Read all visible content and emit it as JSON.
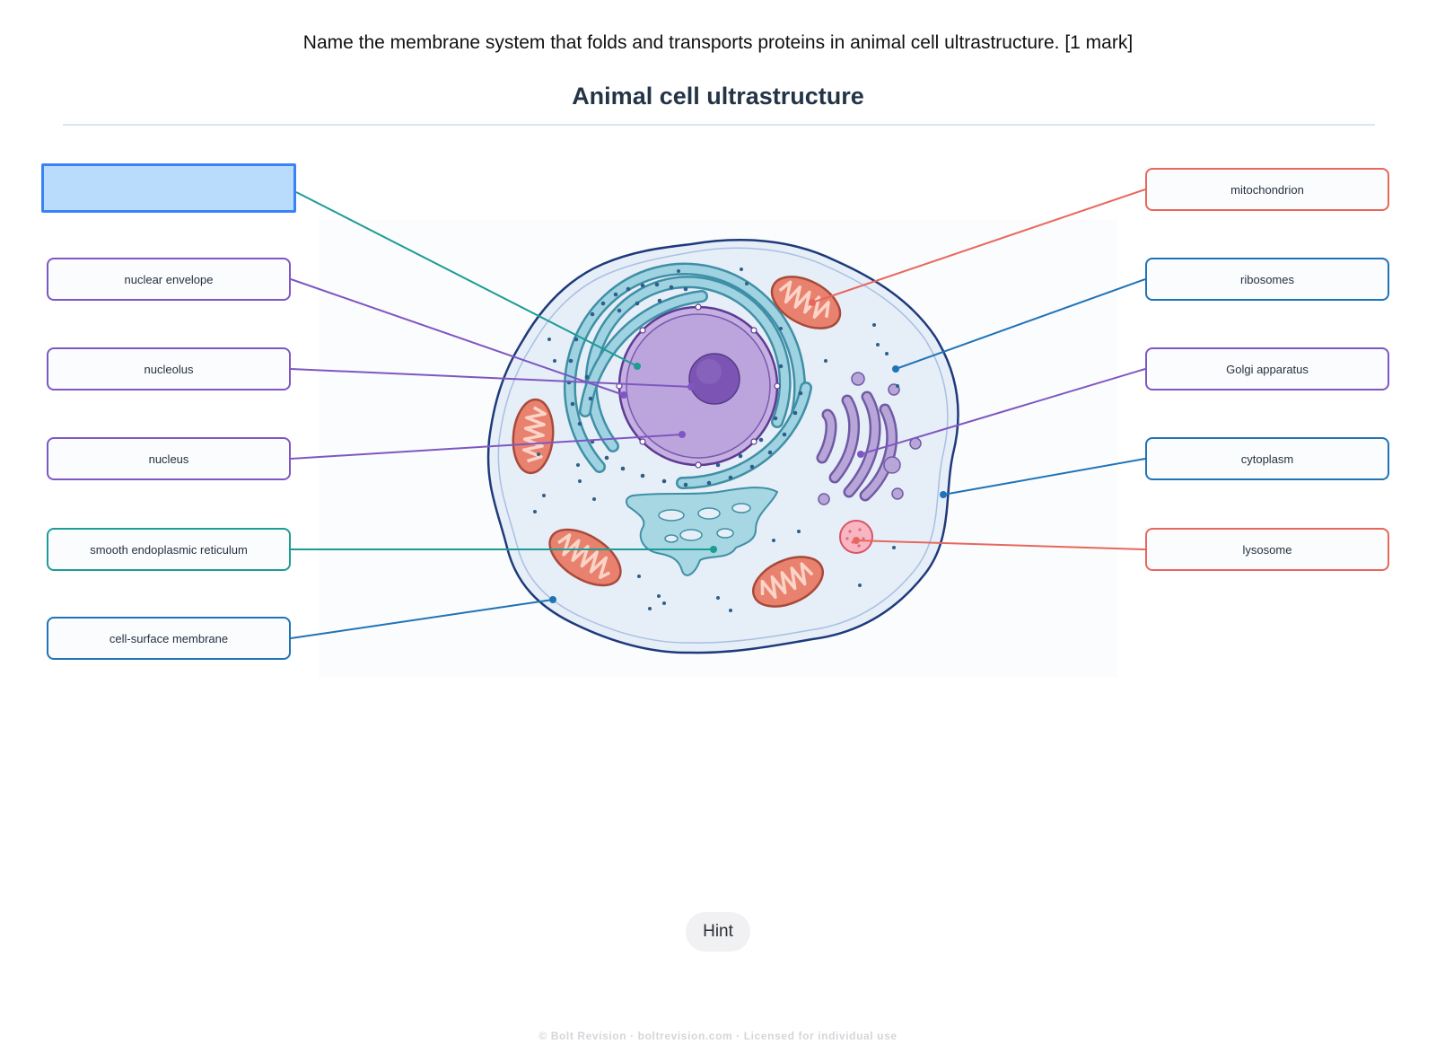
{
  "question": "Name the membrane system that folds and transports proteins in animal cell ultrastructure. [1 mark]",
  "diagram": {
    "title": "Animal cell ultrastructure",
    "answer_box_value": "",
    "left_labels": [
      {
        "text": "nuclear envelope",
        "color": "#7e57c2"
      },
      {
        "text": "nucleolus",
        "color": "#7e57c2"
      },
      {
        "text": "nucleus",
        "color": "#7e57c2"
      },
      {
        "text": "smooth endoplasmic reticulum",
        "color": "#1d9c94"
      },
      {
        "text": "cell-surface membrane",
        "color": "#1f73b7"
      }
    ],
    "right_labels": [
      {
        "text": "mitochondrion",
        "color": "#e8675c"
      },
      {
        "text": "ribosomes",
        "color": "#1f73b7"
      },
      {
        "text": "Golgi apparatus",
        "color": "#7e57c2"
      },
      {
        "text": "cytoplasm",
        "color": "#1f73b7"
      },
      {
        "text": "lysosome",
        "color": "#e8675c"
      }
    ]
  },
  "hint_button": "Hint",
  "footer": "© Bolt Revision · boltrevision.com · Licensed for individual use",
  "colors": {
    "answer_box_fill": "#b9dcfc",
    "answer_box_border": "#3b82f6",
    "purple": "#7e57c2",
    "teal": "#1d9c94",
    "blue": "#1f73b7",
    "coral": "#e8675c"
  }
}
